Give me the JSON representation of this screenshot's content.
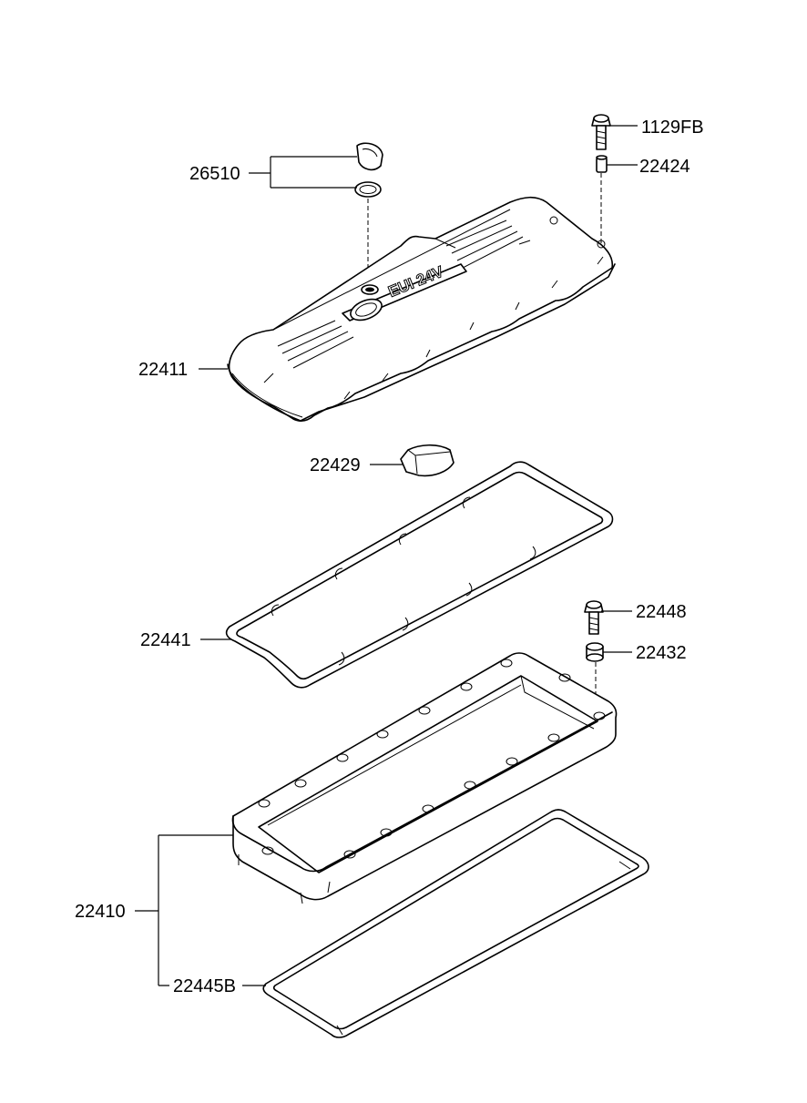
{
  "diagram": {
    "parts": [
      {
        "number": "1129FB"
      },
      {
        "number": "22424"
      },
      {
        "number": "26510"
      },
      {
        "number": "22411"
      },
      {
        "number": "22429"
      },
      {
        "number": "22441"
      },
      {
        "number": "22448"
      },
      {
        "number": "22432"
      },
      {
        "number": "22410"
      },
      {
        "number": "22445B"
      }
    ],
    "cover_embossing": "EUI 24V"
  },
  "colors": {
    "line": "#000000",
    "background": "#ffffff"
  }
}
